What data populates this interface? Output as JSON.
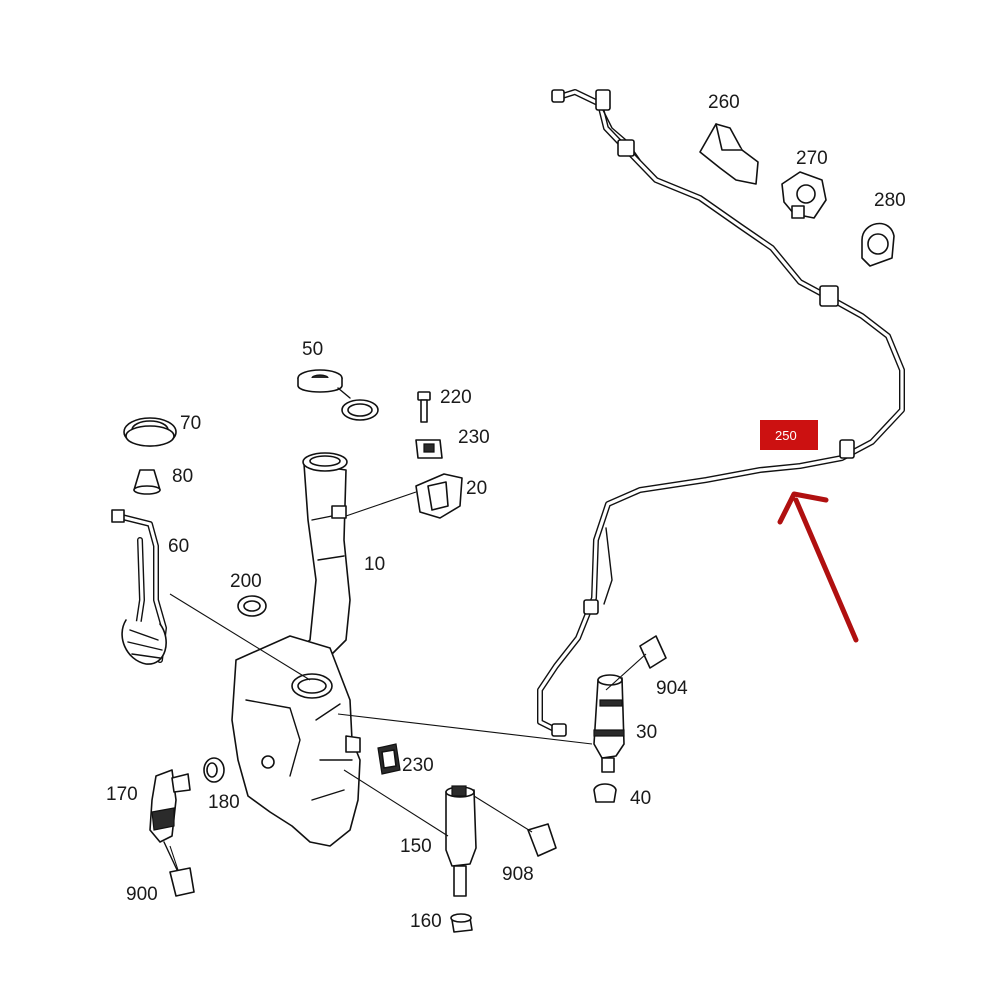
{
  "labels": {
    "p10": "10",
    "p20": "20",
    "p30": "30",
    "p40": "40",
    "p50": "50",
    "p60": "60",
    "p70": "70",
    "p80": "80",
    "p150": "150",
    "p160": "160",
    "p170": "170",
    "p180": "180",
    "p200": "200",
    "p220": "220",
    "p230a": "230",
    "p230b": "230",
    "p250": "250",
    "p260": "260",
    "p270": "270",
    "p280": "280",
    "p900": "900",
    "p904": "904",
    "p908": "908"
  },
  "colors": {
    "highlight": "#cc1111",
    "arrow": "#b01010",
    "line": "#111111"
  },
  "highlighted_part": "250"
}
